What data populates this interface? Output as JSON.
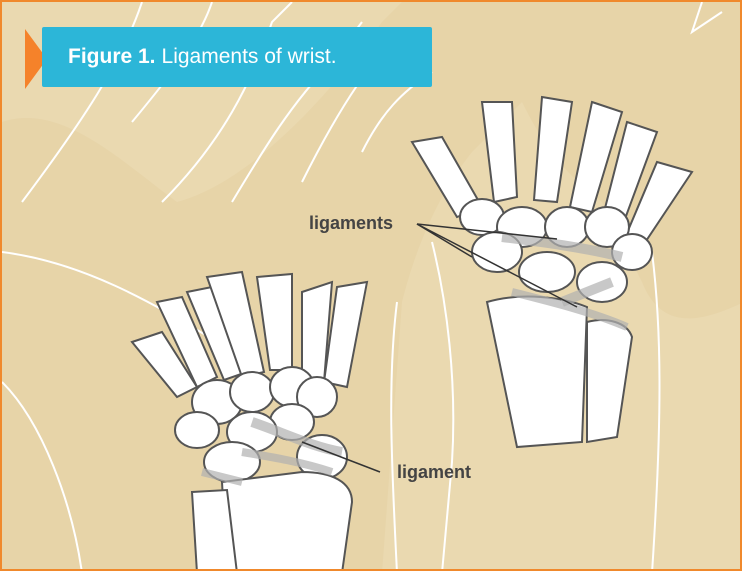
{
  "figure": {
    "label": "Figure 1.",
    "caption": "Ligaments of wrist."
  },
  "annotations": {
    "ligaments_plural": "ligaments",
    "ligament_single": "ligament"
  },
  "colors": {
    "background": "#ead9b0",
    "border": "#f0892c",
    "title_box": "#2cb6d8",
    "arrow": "#f5822a",
    "bone_fill": "#ffffff",
    "bone_stroke": "#555555",
    "ligament": "#b0b0b0"
  }
}
